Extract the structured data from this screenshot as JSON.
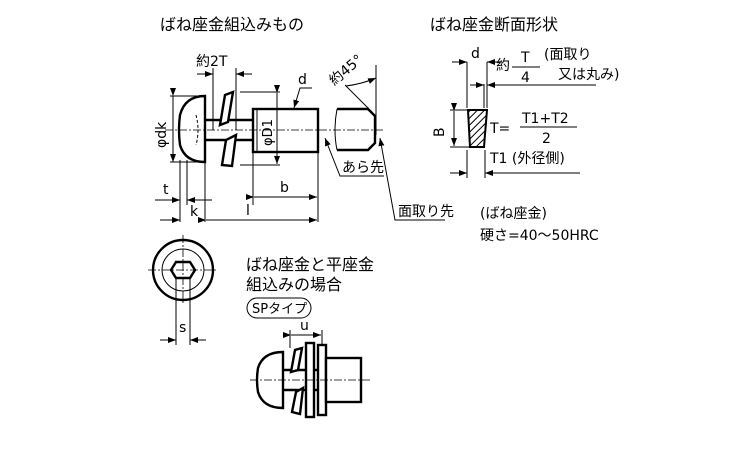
{
  "main_view": {
    "title": "ばね座金組込みもの",
    "label_2t": "約2T",
    "label_d": "d",
    "label_45": "約45°",
    "label_dk": "φdk",
    "label_d1": "φD1",
    "label_rough_end": "あら先",
    "label_t": "t",
    "label_b": "b",
    "label_k": "k",
    "label_l": "l",
    "label_chamfer_end": "面取り先"
  },
  "section_view": {
    "title": "ばね座金断面形状",
    "label_d": "d",
    "label_approx": "約",
    "frac_num": "T",
    "frac_den": "4",
    "note_line1": "(面取り",
    "note_line2": "又は丸み)",
    "label_b": "B",
    "formula_lhs": "T=",
    "formula_num": "T1+T2",
    "formula_den": "2",
    "label_t1": "T1 (外径側)",
    "hardness_line1": "(ばね座金)",
    "hardness_line2": "硬さ=40〜50HRC"
  },
  "sp_view": {
    "title_line1": "ばね座金と平座金",
    "title_line2": "組込みの場合",
    "type_badge": "SPタイプ",
    "label_s": "s",
    "label_u": "u"
  }
}
